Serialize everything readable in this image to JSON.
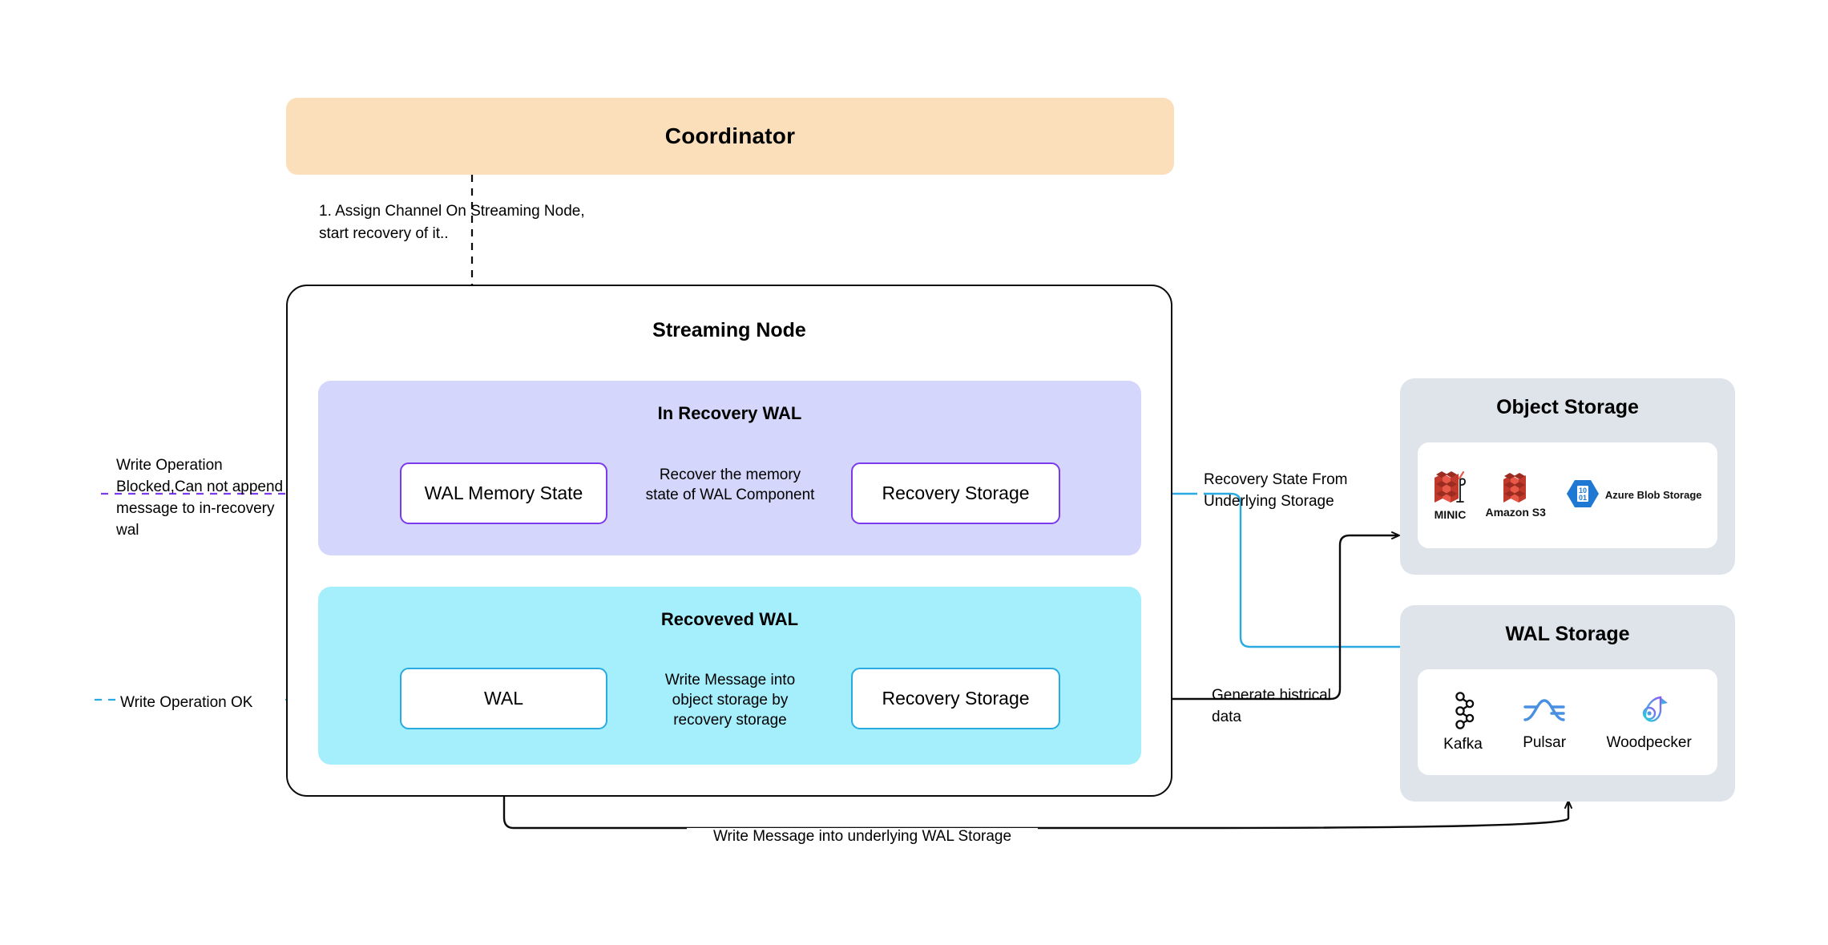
{
  "coordinator": {
    "title": "Coordinator"
  },
  "flow_step": {
    "line1": "1. Assign Channel On Streaming Node,",
    "line2": "start recovery of it.."
  },
  "streaming_node": {
    "title": "Streaming Node",
    "panels": [
      {
        "id": "in-recovery-wal",
        "title": "In Recovery WAL",
        "color": "#d4d7fb",
        "accent": "#7c3aed",
        "left_box": "WAL Memory State",
        "right_box": "Recovery Storage",
        "edge_label": "Recover the memory state of WAL Component"
      },
      {
        "id": "recoveved-wal",
        "title": "Recoveved WAL",
        "color": "#a5eefc",
        "accent": "#29abe2",
        "left_box": "WAL",
        "right_box": "Recovery Storage",
        "edge_label": "Write Message into object storage by recovery storage"
      }
    ]
  },
  "annotations": {
    "write_blocked": "Write Operation Blocked,Can not append message to in-recovery wal",
    "write_ok": "Write Operation OK",
    "recovery_state": "Recovery State From Underlying Storage",
    "generate_historical": "Generate histrical data",
    "write_underlying": "Write Message into underlying WAL Storage"
  },
  "storage_groups": [
    {
      "id": "object-storage",
      "title": "Object Storage",
      "items": [
        {
          "name": "MINIC",
          "icon": "minio-icon"
        },
        {
          "name": "Amazon S3",
          "icon": "amazon-s3-icon"
        },
        {
          "name": "Azure Blob Storage",
          "icon": "azure-blob-storage-icon"
        }
      ]
    },
    {
      "id": "wal-storage",
      "title": "WAL Storage",
      "items": [
        {
          "name": "Kafka",
          "icon": "kafka-icon"
        },
        {
          "name": "Pulsar",
          "icon": "pulsar-icon"
        },
        {
          "name": "Woodpecker",
          "icon": "woodpecker-icon"
        }
      ]
    }
  ],
  "colors": {
    "coordinator_bg": "#fbdfbb",
    "in_recovery_bg": "#d4d7fb",
    "recovered_bg": "#a5eefc",
    "purple_accent": "#7c3aed",
    "cyan_accent": "#29abe2",
    "storage_group_bg": "#dfe4ea",
    "line_black": "#0b0b0b"
  }
}
